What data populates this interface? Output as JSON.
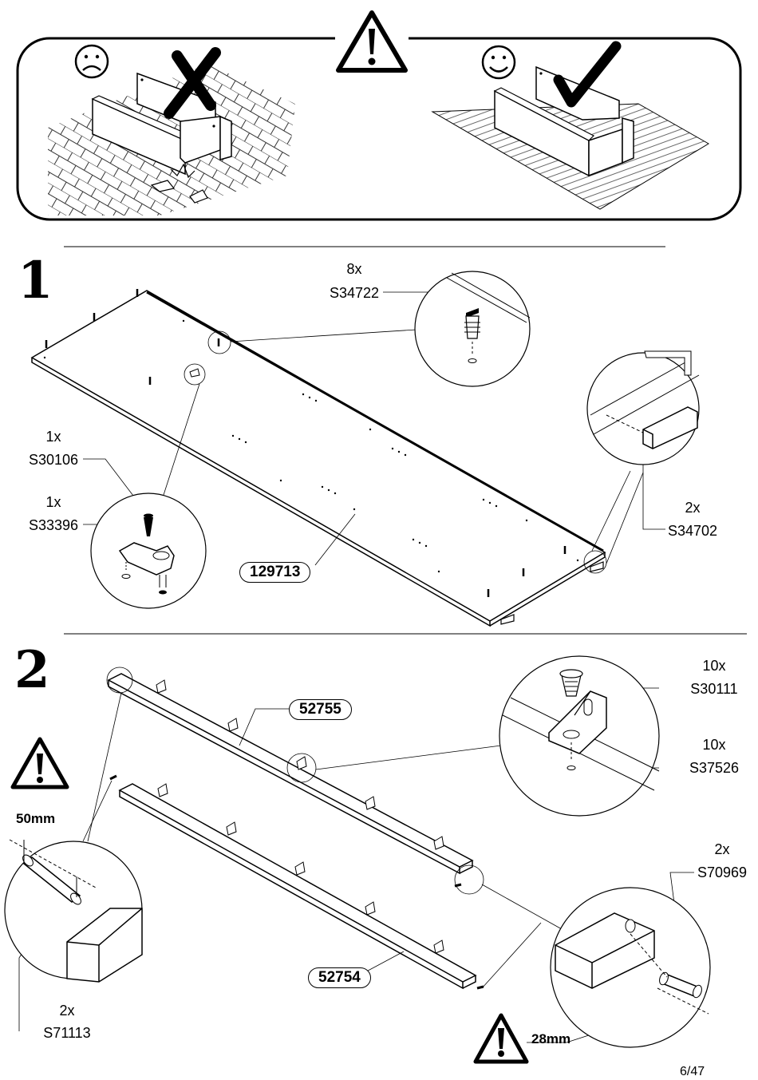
{
  "header": {
    "wrong_icon": "sad-face-icon",
    "right_icon": "smiley-face-icon",
    "warning_icon": "warning-triangle-icon"
  },
  "step1": {
    "number": "1",
    "main_part": "129713",
    "callouts": [
      {
        "qty": "8x",
        "code": "S34722"
      },
      {
        "qty": "1x",
        "code": "S30106"
      },
      {
        "qty": "1x",
        "code": "S33396"
      },
      {
        "qty": "2x",
        "code": "S34702"
      }
    ]
  },
  "step2": {
    "number": "2",
    "parts": [
      "52755",
      "52754"
    ],
    "callouts": [
      {
        "qty": "10x",
        "code": "S30111"
      },
      {
        "qty": "10x",
        "code": "S37526"
      },
      {
        "qty": "2x",
        "code": "S70969"
      },
      {
        "qty": "2x",
        "code": "S71113"
      }
    ],
    "dim_50": "50mm",
    "dim_28": "28mm"
  },
  "footer": {
    "page": "6/47"
  }
}
